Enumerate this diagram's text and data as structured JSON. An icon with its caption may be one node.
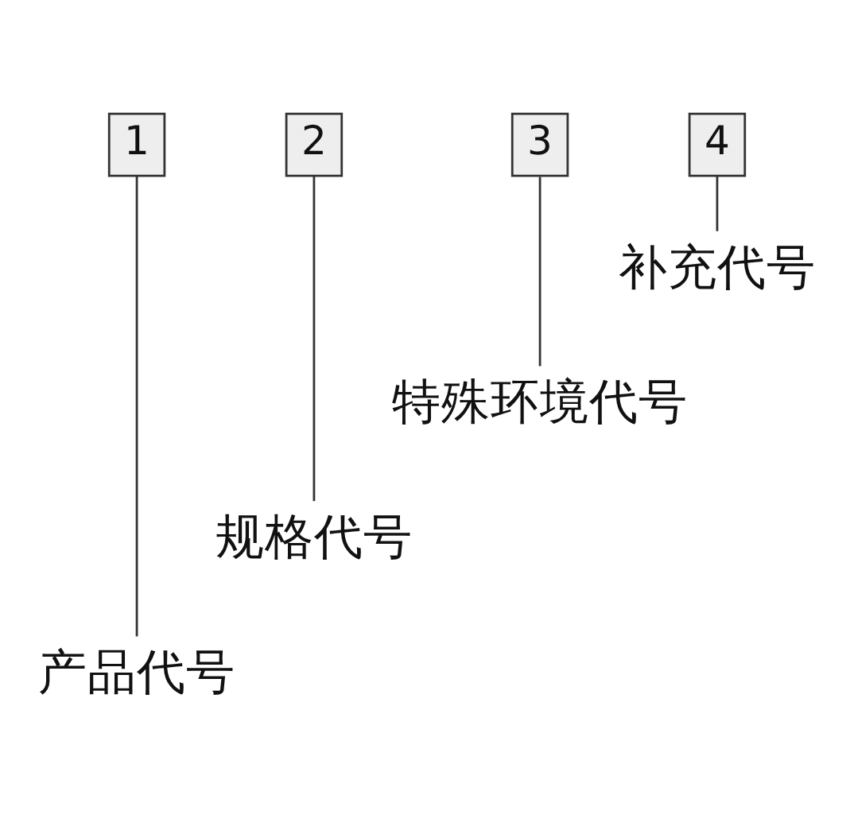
{
  "diagram": {
    "nodes": [
      {
        "text": [
          "1"
        ]
      },
      {
        "text": [
          "2"
        ]
      },
      {
        "text": [
          "3"
        ]
      },
      {
        "text": [
          "4"
        ]
      },
      {
        "text": [
          "补充代号"
        ]
      },
      {
        "text": [
          "特殊环境代号"
        ]
      },
      {
        "text": [
          "规格代号"
        ]
      },
      {
        "text": [
          "产品代号"
        ]
      }
    ],
    "edges": [
      {
        "from": 3,
        "to": 4,
        "arrow": "none"
      },
      {
        "from": 2,
        "to": 5,
        "arrow": "none"
      },
      {
        "from": 1,
        "to": 6,
        "arrow": "none"
      },
      {
        "from": 0,
        "to": 7,
        "arrow": "none"
      }
    ]
  }
}
